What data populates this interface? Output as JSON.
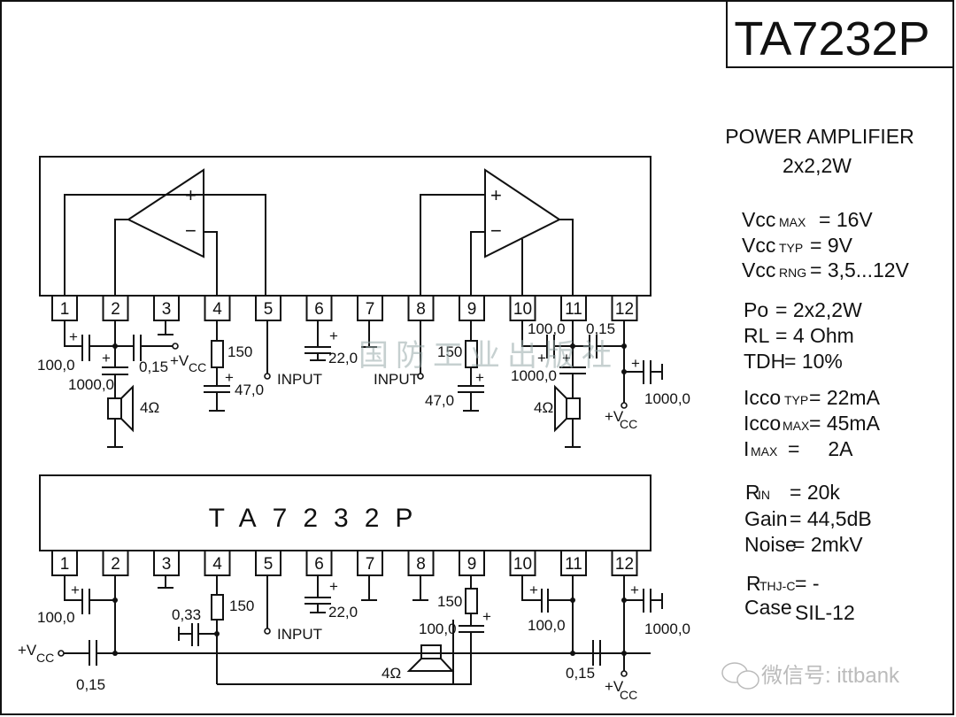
{
  "title": "TA7232P",
  "spec_heading": "POWER AMPLIFIER",
  "spec_subheading": "2x2,2W",
  "specs": {
    "vcc_max": {
      "sym": "Vcc",
      "sub": "MAX",
      "value": "= 16V"
    },
    "vcc_typ": {
      "sym": "Vcc",
      "sub": "TYP",
      "value": "= 9V"
    },
    "vcc_rng": {
      "sym": "Vcc",
      "sub": "RNG",
      "value": "= 3,5...12V"
    },
    "po": {
      "sym": "Po",
      "value": "= 2x2,2W"
    },
    "rl": {
      "sym": "RL",
      "value": "= 4 Ohm"
    },
    "tdh": {
      "sym": "TDH",
      "value": "= 10%"
    },
    "icco_typ": {
      "sym": "Icco",
      "sub": "TYP",
      "value": "= 22mA"
    },
    "icco_max": {
      "sym": "Icco",
      "sub": "MAX",
      "value": "= 45mA"
    },
    "imax": {
      "sym": "I",
      "sub": "MAX",
      "value": "=     2A"
    },
    "rin": {
      "sym": "R",
      "sub": "IN",
      "value": "= 20k"
    },
    "gain": {
      "sym": "Gain",
      "value": "= 44,5dB"
    },
    "noise": {
      "sym": "Noise",
      "value": "= 2mkV"
    },
    "rthjc": {
      "sym": "R",
      "sub": "THJ-C",
      "value": "= -"
    },
    "case": {
      "sym": "Case",
      "value": "SIL-12"
    }
  },
  "pins": [
    "1",
    "2",
    "3",
    "4",
    "5",
    "6",
    "7",
    "8",
    "9",
    "10",
    "11",
    "12"
  ],
  "top_circuit": {
    "c1": "100,0",
    "c2": "1000,0",
    "c3": "0,15",
    "vcc": "+V",
    "vcc_sub": "CC",
    "r4": "150",
    "c4": "47,0",
    "input_l": "INPUT",
    "c6": "22,0",
    "input_r": "INPUT",
    "r9": "150",
    "c9": "47,0",
    "c10": "100,0",
    "c11": "0,15",
    "c11b": "1000,0",
    "spk_l": "4Ω",
    "spk_r": "4Ω",
    "c12": "1000,0",
    "vcc_r": "+V",
    "vcc_r_sub": "CC"
  },
  "bottom_circuit": {
    "chip_label": "TA7232P",
    "c1": "100,0",
    "vcc": "+V",
    "vcc_sub": "CC",
    "c_in": "0,15",
    "c33": "0,33",
    "r4": "150",
    "input": "INPUT",
    "c6": "22,0",
    "r9": "150",
    "c9": "100,0",
    "spk": "4Ω",
    "c10": "100,0",
    "c11": "0,15",
    "c12": "1000,0",
    "vcc_r": "+V",
    "vcc_r_sub": "CC"
  },
  "watermark_center": "国防工业出版社",
  "watermark_corner": "微信号: ittbank"
}
